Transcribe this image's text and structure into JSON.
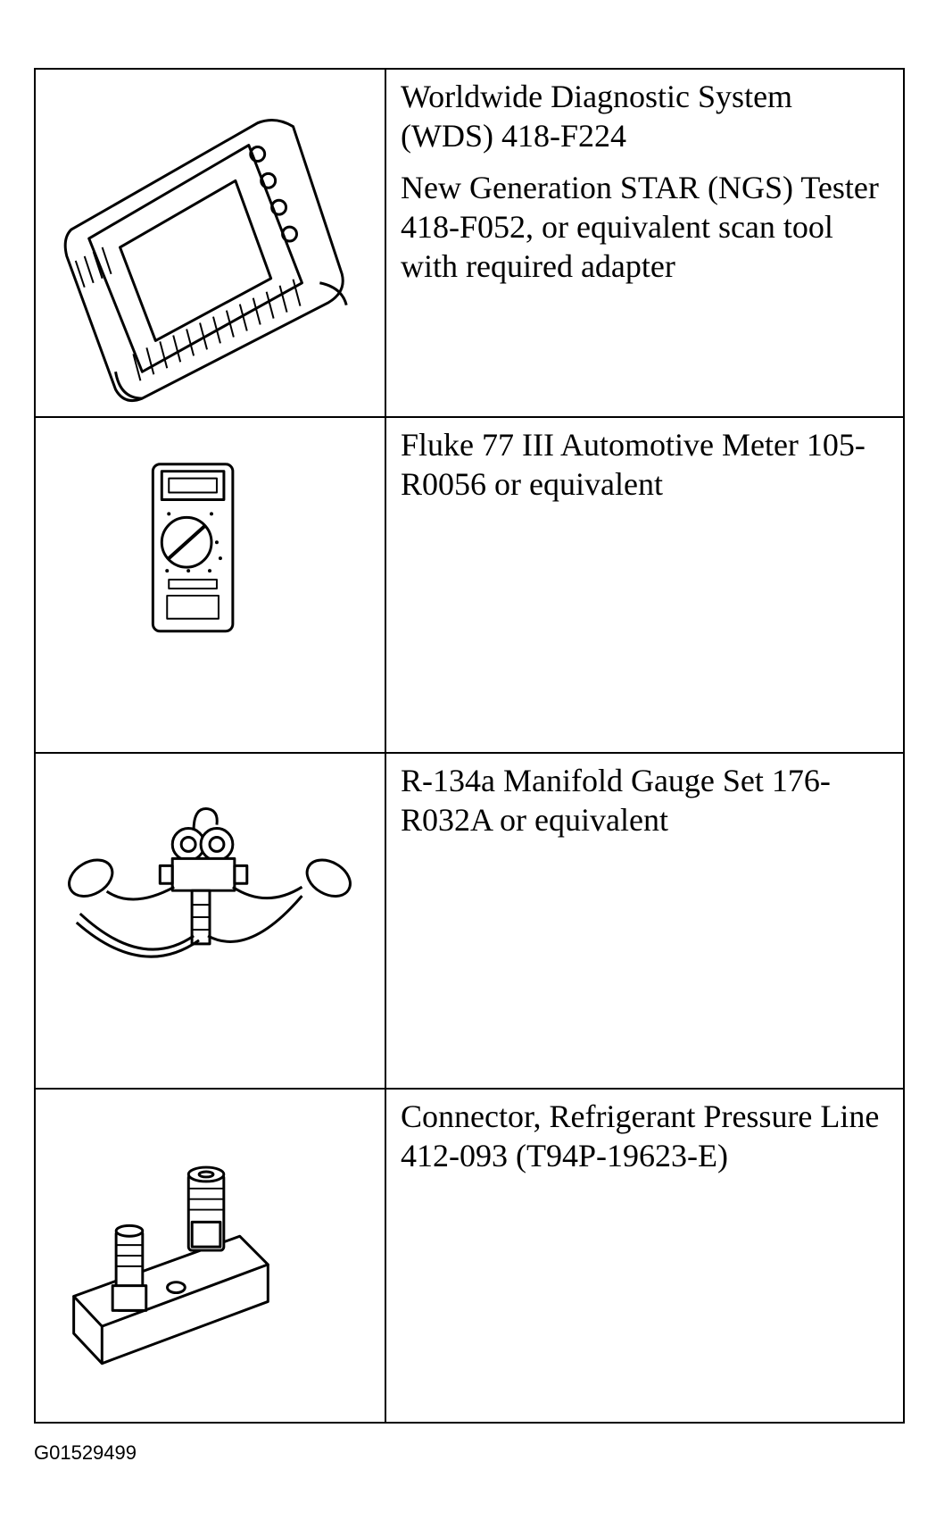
{
  "rows": [
    {
      "icon": "scan-tool-icon",
      "paragraphs": [
        "Worldwide Diagnostic System (WDS) 418-F224",
        "New Generation STAR (NGS) Tester 418-F052, or equivalent scan tool with required adapter"
      ]
    },
    {
      "icon": "multimeter-icon",
      "paragraphs": [
        "Fluke 77 III Automotive Meter 105-R0056 or equivalent"
      ]
    },
    {
      "icon": "manifold-gauge-icon",
      "paragraphs": [
        "R-134a Manifold Gauge Set 176-R032A or equivalent"
      ]
    },
    {
      "icon": "pressure-line-connector-icon",
      "paragraphs": [
        "Connector, Refrigerant Pressure Line 412-093 (T94P-19623-E)"
      ]
    }
  ],
  "figure_id": "G01529499"
}
